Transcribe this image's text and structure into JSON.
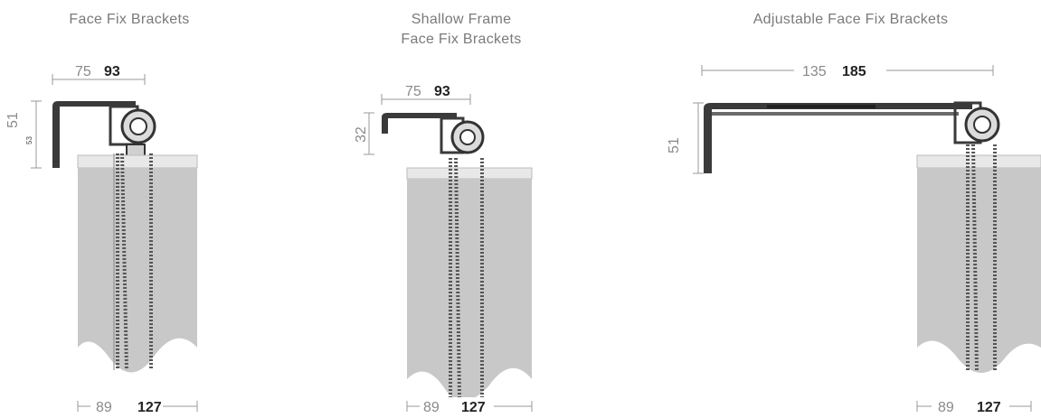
{
  "panels": [
    {
      "title_lines": [
        "Face Fix Brackets"
      ],
      "top_dim": {
        "light": "75",
        "dark": "93"
      },
      "side_dim": "51",
      "side_dim_small": "53",
      "bottom_dim": {
        "light": "89",
        "dark": "127"
      }
    },
    {
      "title_lines": [
        "Shallow Frame",
        "Face Fix Brackets"
      ],
      "top_dim": {
        "light": "75",
        "dark": "93"
      },
      "side_dim": "32",
      "bottom_dim": {
        "light": "89",
        "dark": "127"
      }
    },
    {
      "title_lines": [
        "Adjustable Face Fix Brackets"
      ],
      "top_dim": {
        "light": "135",
        "dark": "185"
      },
      "side_dim": "51",
      "bottom_dim": {
        "light": "89",
        "dark": "127"
      }
    }
  ],
  "colors": {
    "fabric": "#c8c8c8",
    "bracket": "#3a3a3a",
    "chain": "#555555",
    "dimension_line": "#9a9a9a"
  }
}
